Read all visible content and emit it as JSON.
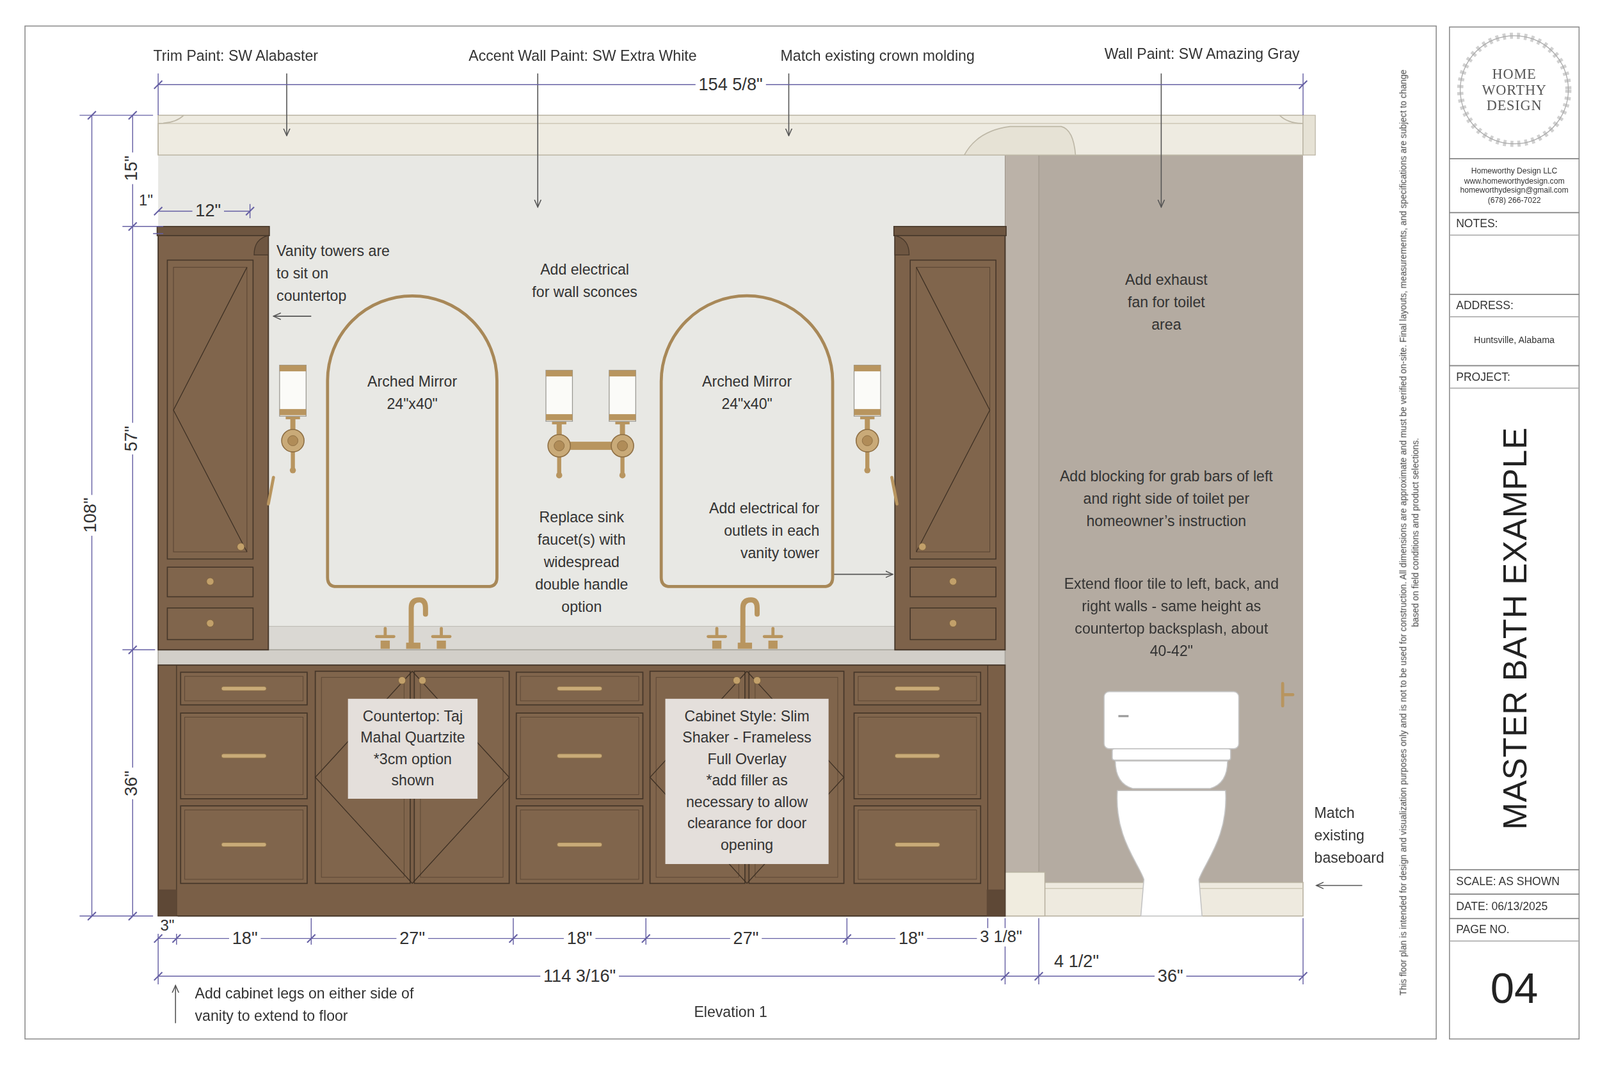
{
  "diagram": {
    "caption": "Elevation 1",
    "nodes": [
      {
        "text": [
          "Arched Mirror 24\"x40\""
        ]
      },
      {
        "text": [
          "Arched Mirror 24\"x40\""
        ]
      },
      {
        "text": [
          "Countertop: Taj Mahal Quartzite",
          "*3cm option shown"
        ]
      },
      {
        "text": [
          "Cabinet Style: Slim Shaker - Frameless Full Overlay",
          "*add filler as necessary to allow clearance for door opening"
        ]
      },
      {
        "text": [
          "HOME WORTHY DESIGN"
        ]
      },
      {
        "text": [
          "Homeworthy Design LLC",
          "www.homeworthydesign.com",
          "homeworthydesign@gmail.com",
          "(678) 266-7022"
        ]
      },
      {
        "text": [
          "NOTES:"
        ]
      },
      {
        "text": [
          "ADDRESS:",
          "Huntsville, Alabama"
        ]
      },
      {
        "text": [
          "PROJECT:",
          "MASTER BATH EXAMPLE"
        ]
      },
      {
        "text": [
          "SCALE: AS SHOWN"
        ]
      },
      {
        "text": [
          "DATE: 06/13/2025"
        ]
      },
      {
        "text": [
          "PAGE NO.",
          "04"
        ]
      }
    ],
    "labels": [
      "Trim Paint: SW Alabaster",
      "Accent Wall Paint: SW Extra White",
      "Match existing crown molding",
      "Wall Paint: SW Amazing Gray",
      "154 5/8\"",
      "15\"",
      "1\"",
      "12\"",
      "Vanity towers are to sit on countertop",
      "Add electrical for wall sconces",
      "57\"",
      "108\"",
      "Replace sink faucet(s) with widespread double handle option",
      "Add electrical for outlets in each vanity tower",
      "Add exhaust fan for toilet area",
      "Add blocking for grab bars of left and right side of toilet per homeowner’s instruction",
      "Extend floor tile to left, back, and right walls - same height as countertop backsplash, about 40-42\"",
      "36\"",
      "Match existing baseboard",
      "3\"",
      "18\"",
      "27\"",
      "18\"",
      "27\"",
      "18\"",
      "3 1/8\"",
      "4 1/2\"",
      "36\"",
      "114 3/16\"",
      "Add cabinet legs on either side of vanity to extend to floor",
      "This floor plan is intended for design and visualization purposes only and is not to be used for construction. All dimensions are approximate and must be verified on-site. Final layouts, measurements, and specifications are subject to change based on field conditions and product selections."
    ]
  }
}
